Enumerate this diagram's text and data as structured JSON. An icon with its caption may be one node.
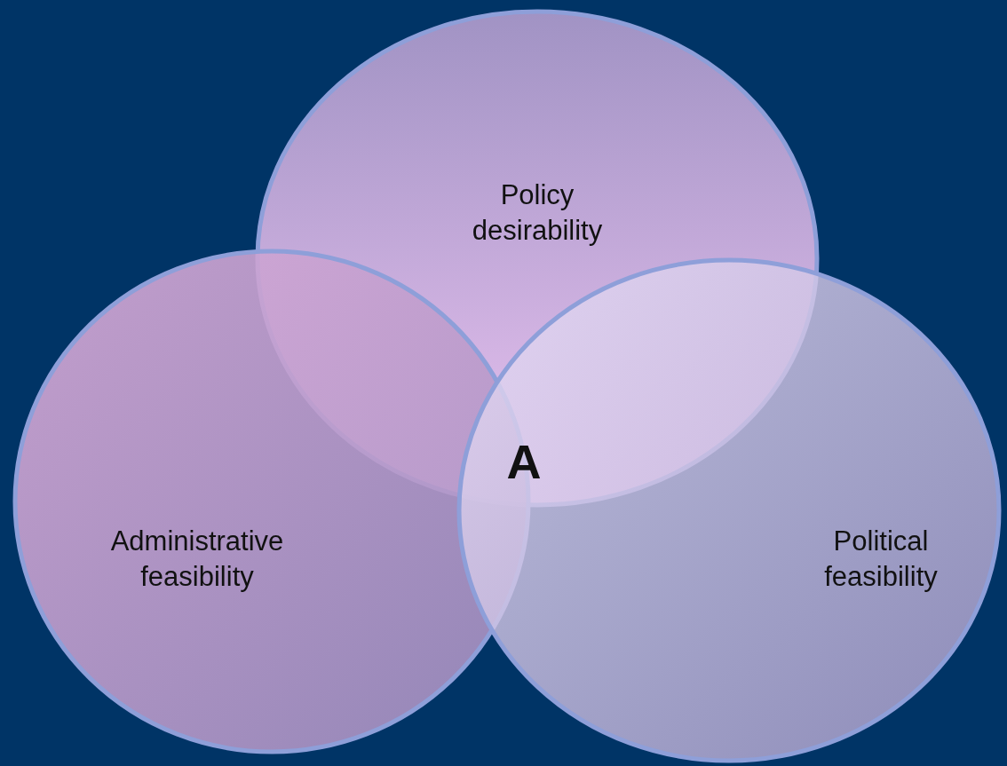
{
  "diagram": {
    "nodes": [
      {
        "text": [
          "Policy desirability"
        ]
      },
      {
        "text": [
          "Administrative feasibility"
        ]
      },
      {
        "text": [
          "Political feasibility"
        ]
      }
    ],
    "edges": [],
    "labels": [
      "A"
    ]
  }
}
